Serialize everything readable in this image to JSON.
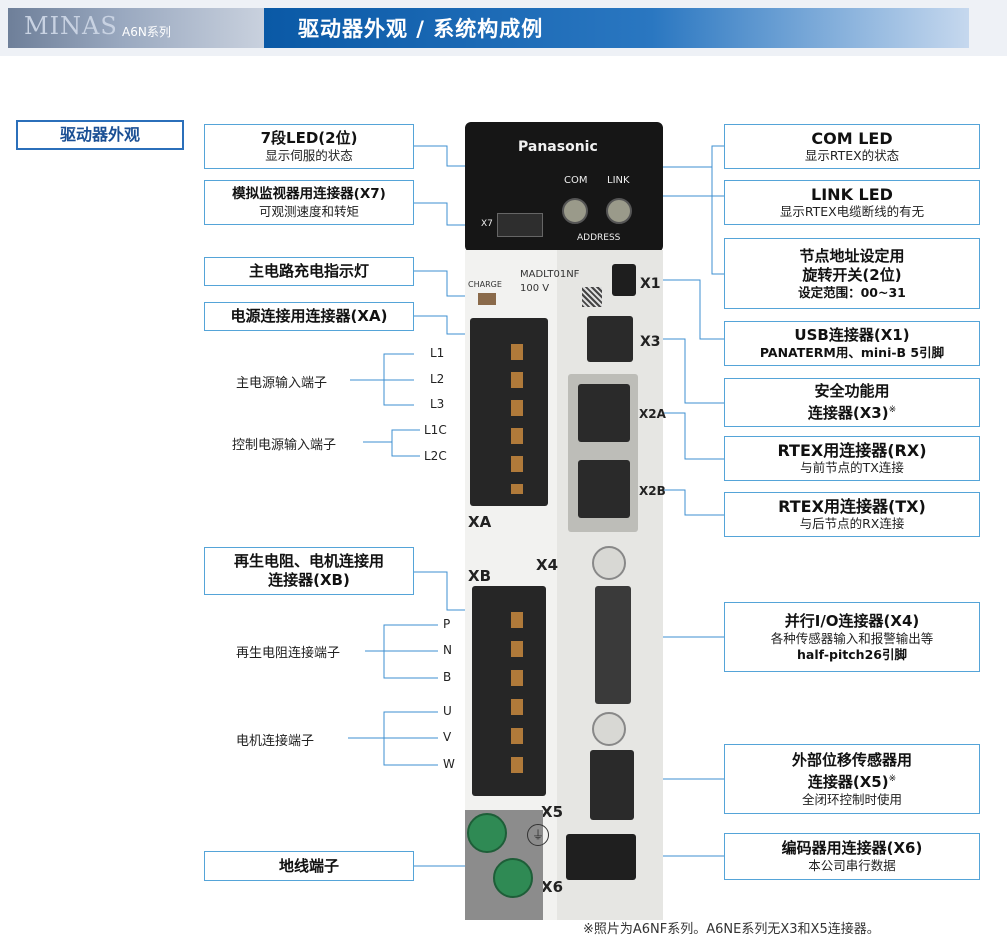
{
  "header": {
    "brand": "MINAS",
    "series": "A6N系列",
    "title": "驱动器外观 / 系统构成例"
  },
  "section_tab": "驱动器外观",
  "device": {
    "maker": "Panasonic",
    "model": "MADLT01NF",
    "voltage": "100 V",
    "charge": "CHARGE",
    "com": "COM",
    "link": "LINK",
    "address": "ADDRESS",
    "x7": "X7",
    "ports": {
      "x1": "X1",
      "x3": "X3",
      "x2a": "X2A",
      "x2b": "X2B",
      "xa": "XA",
      "x4": "X4",
      "xb": "XB",
      "x5": "X5",
      "x6": "X6"
    }
  },
  "callouts": {
    "led7": {
      "title": "7段LED(2位)",
      "sub": "显示伺服的状态"
    },
    "x7": {
      "title": "模拟监视器用连接器(X7)",
      "sub": "可观测速度和转矩"
    },
    "charge": {
      "title": "主电路充电指示灯"
    },
    "xa": {
      "title": "电源连接用连接器(XA)"
    },
    "xb": {
      "line1": "再生电阻、电机连接用",
      "line2": "连接器(XB)"
    },
    "ground": {
      "title": "地线端子"
    },
    "com_led": {
      "title": "COM LED",
      "sub": "显示RTEX的状态"
    },
    "link_led": {
      "title": "LINK LED",
      "sub": "显示RTEX电缆断线的有无"
    },
    "address": {
      "line1": "节点地址设定用",
      "line2": "旋转开关(2位)",
      "sub": "设定范围：00~31"
    },
    "usb": {
      "title": "USB连接器(X1)",
      "sub": "PANATERM用、mini-B 5引脚"
    },
    "safety": {
      "line1": "安全功能用",
      "line2": "连接器(X3)",
      "mark": "※"
    },
    "rx": {
      "title": "RTEX用连接器(RX)",
      "sub": "与前节点的TX连接"
    },
    "tx": {
      "title": "RTEX用连接器(TX)",
      "sub": "与后节点的RX连接"
    },
    "x4": {
      "title": "并行I/O连接器(X4)",
      "sub": "各种传感器输入和报警输出等",
      "sub2": "half-pitch26引脚"
    },
    "x5": {
      "line1": "外部位移传感器用",
      "line2": "连接器(X5)",
      "mark": "※",
      "sub": "全闭环控制时使用"
    },
    "x6": {
      "title": "编码器用连接器(X6)",
      "sub": "本公司串行数据"
    }
  },
  "terminals": {
    "main_power": "主电源输入端子",
    "control_power": "控制电源输入端子",
    "regen": "再生电阻连接端子",
    "motor": "电机连接端子",
    "xa_pins": [
      "L1",
      "L2",
      "L3",
      "L1C",
      "L2C"
    ],
    "xb_pins": [
      "P",
      "N",
      "B",
      "U",
      "V",
      "W"
    ]
  },
  "footnote": "※照片为A6NF系列。A6NE系列无X3和X5连接器。"
}
